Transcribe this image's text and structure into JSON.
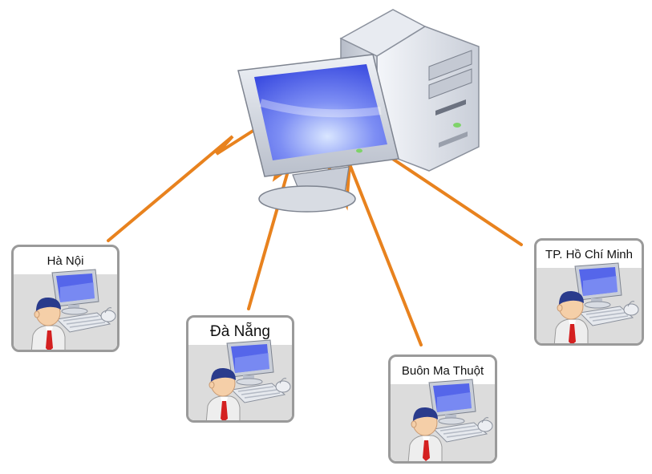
{
  "diagram": {
    "colors": {
      "link": "#e8821e",
      "box_border": "#9a9a9a",
      "box_fill": "#dcdcdc",
      "screen": "#4a5ee8",
      "tower": "#e2e6ee"
    },
    "icons": {
      "server": "desktop-server-icon",
      "client": "user-at-computer-icon"
    },
    "nodes": [
      {
        "id": "hanoi",
        "label": "Hà Nội"
      },
      {
        "id": "danang",
        "label": "Đà Nẵng"
      },
      {
        "id": "buonmathuot",
        "label": "Buôn Ma Thuột"
      },
      {
        "id": "hcm",
        "label": "TP. Hồ Chí Minh"
      }
    ]
  }
}
